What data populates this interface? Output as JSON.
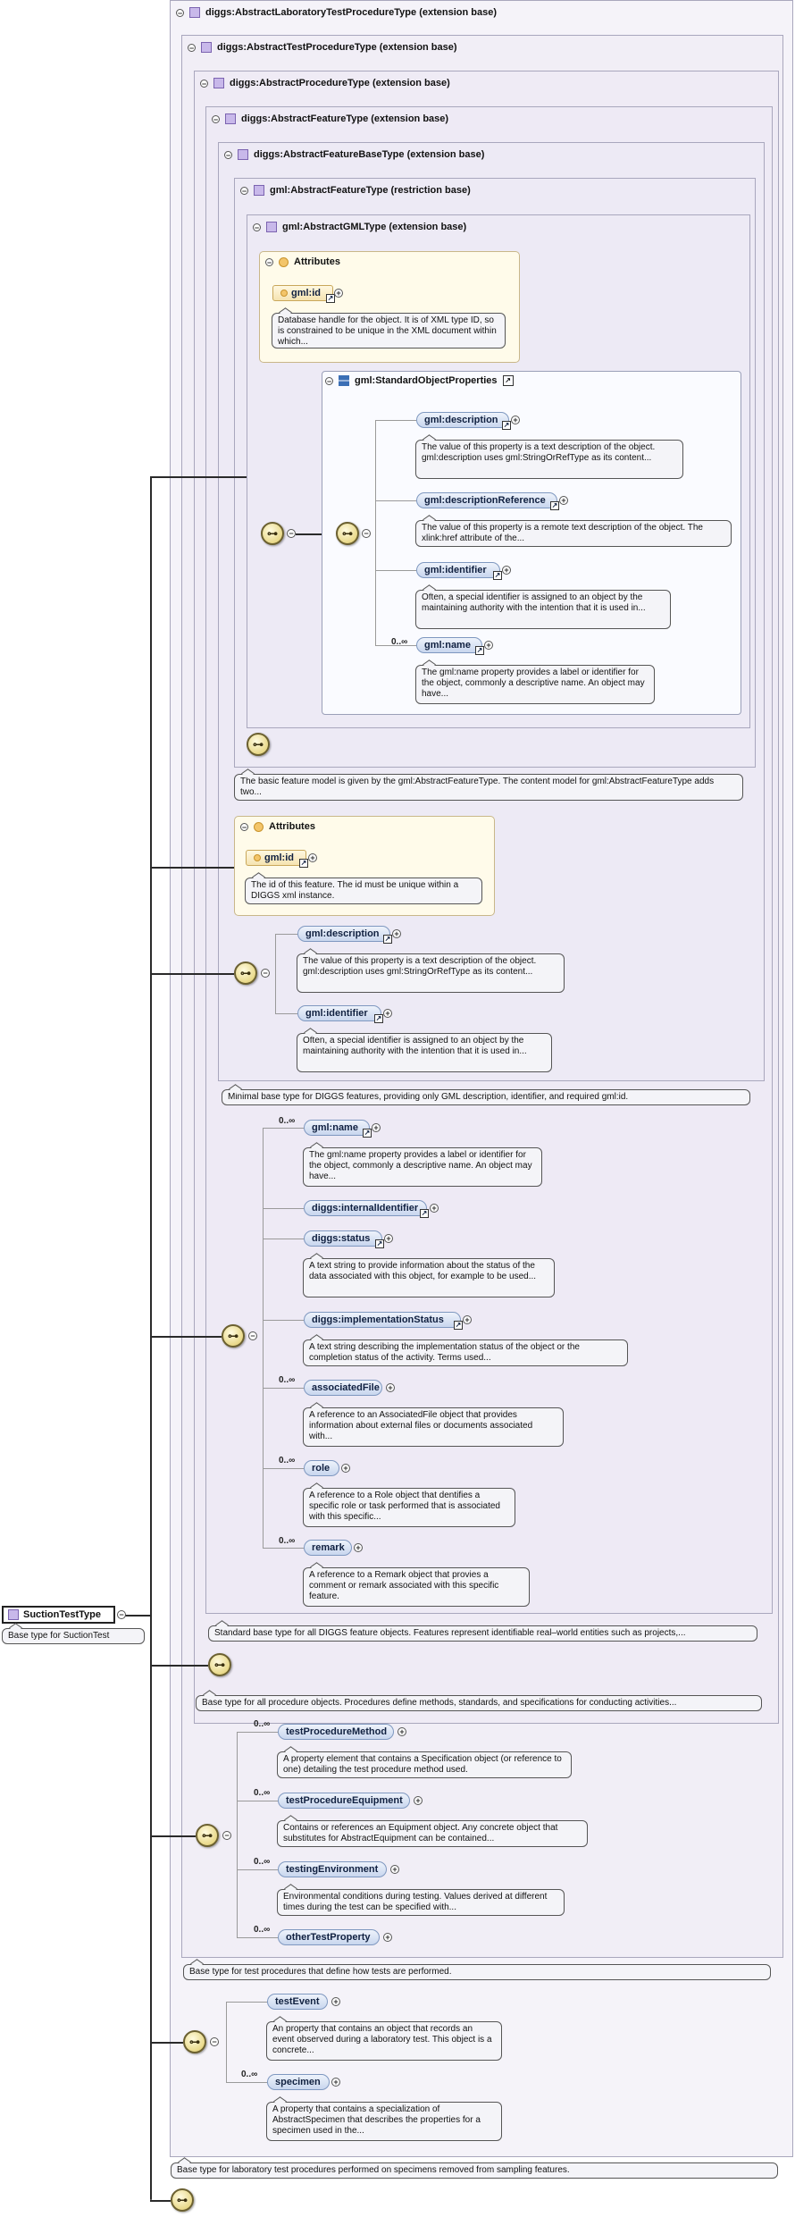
{
  "root": {
    "name": "SuctionTestType",
    "doc": "Base type for SuctionTest"
  },
  "boxes": [
    {
      "title": "diggs:AbstractLaboratoryTestProcedureType (extension base)"
    },
    {
      "title": "diggs:AbstractTestProcedureType (extension base)"
    },
    {
      "title": "diggs:AbstractProcedureType (extension base)"
    },
    {
      "title": "diggs:AbstractFeatureType (extension base)"
    },
    {
      "title": "diggs:AbstractFeatureBaseType (extension base)"
    },
    {
      "title": "gml:AbstractFeatureType (restriction base)"
    },
    {
      "title": "gml:AbstractGMLType (extension base)"
    }
  ],
  "gml_attrs": {
    "header": "Attributes",
    "id_label": "gml:id",
    "id_doc": "Database handle for the object. It is of XML type ID, so is constrained to be unique in the XML document within which..."
  },
  "std_props": {
    "title": "gml:StandardObjectProperties",
    "items": [
      {
        "label": "gml:description",
        "doc": "The value of this property is a text description of the object. gml:description uses gml:StringOrRefType as its content..."
      },
      {
        "label": "gml:descriptionReference",
        "doc": "The value of this property is a remote text description of the object. The xlink:href attribute of the..."
      },
      {
        "label": "gml:identifier",
        "doc": "Often, a special identifier is assigned to an object by the maintaining authority with the intention that it is used in..."
      },
      {
        "label": "gml:name",
        "doc": "The gml:name property provides a label or identifier for the object, commonly a descriptive name. An object may have...",
        "occurs": "0..∞"
      }
    ]
  },
  "gml_feature_doc": "The basic feature model is given by the gml:AbstractFeatureType. The content model for gml:AbstractFeatureType adds two...",
  "featurebase": {
    "attrs_header": "Attributes",
    "id_label": "gml:id",
    "id_doc": "The id of this feature. The id must be unique within a DIGGS xml instance.",
    "items": [
      {
        "label": "gml:description",
        "doc": "The value of this property is a text description of the object. gml:description uses gml:StringOrRefType as its content..."
      },
      {
        "label": "gml:identifier",
        "doc": "Often, a special identifier is assigned to an object by the maintaining authority with the intention that it is used in..."
      }
    ],
    "doc": "Minimal base type for DIGGS features, providing only GML description, identifier, and required gml:id."
  },
  "feature": {
    "items": [
      {
        "label": "gml:name",
        "occurs": "0..∞",
        "doc": "The gml:name property provides a label or identifier for the object, commonly a descriptive name. An object may have..."
      },
      {
        "label": "diggs:internalIdentifier",
        "doc": ""
      },
      {
        "label": "diggs:status",
        "doc": "A text string to provide information about the status of the data associated with this object, for example to be used..."
      },
      {
        "label": "diggs:implementationStatus",
        "doc": "A text string describing the implementation status of the object or the completion status of the activity. Terms used..."
      },
      {
        "label": "associatedFile",
        "occurs": "0..∞",
        "doc": "A reference to an AssociatedFile object that provides information about external files or documents associated with..."
      },
      {
        "label": "role",
        "occurs": "0..∞",
        "doc": "A reference to a Role object that dentifies a specific role or task performed that is associated with this specific..."
      },
      {
        "label": "remark",
        "occurs": "0..∞",
        "doc": "A reference to a Remark object that provies a comment or remark associated with this specific feature."
      }
    ],
    "doc": "Standard base type for all DIGGS feature objects. Features represent identifiable real–world entities such as projects,..."
  },
  "procedure_doc": "Base type for all procedure objects. Procedures define methods, standards, and specifications for conducting activities...",
  "testproc": {
    "items": [
      {
        "label": "testProcedureMethod",
        "occurs": "0..∞",
        "doc": "A property element that contains a Specification object (or reference to one) detailing the test procedure method used."
      },
      {
        "label": "testProcedureEquipment",
        "occurs": "0..∞",
        "doc": "Contains or references an Equipment object. Any concrete object that substitutes for AbstractEquipment can be contained..."
      },
      {
        "label": "testingEnvironment",
        "occurs": "0..∞",
        "doc": "Environmental conditions during testing. Values derived at different times during the test can be specified with..."
      },
      {
        "label": "otherTestProperty",
        "occurs": "0..∞",
        "doc": ""
      }
    ],
    "doc": "Base type for test procedures that define how tests are performed."
  },
  "labproc": {
    "items": [
      {
        "label": "testEvent",
        "doc": "An property that contains an object that records an event observed during a laboratory test. This object is a concrete..."
      },
      {
        "label": "specimen",
        "occurs": "0..∞",
        "doc": "A property that contains a specialization of AbstractSpecimen that describes the properties for a specimen used in the..."
      }
    ],
    "doc": "Base type for laboratory test procedures performed on specimens removed from sampling features."
  },
  "symbols": {
    "toggle_open": "−",
    "plus": "+",
    "ref": "↗"
  }
}
